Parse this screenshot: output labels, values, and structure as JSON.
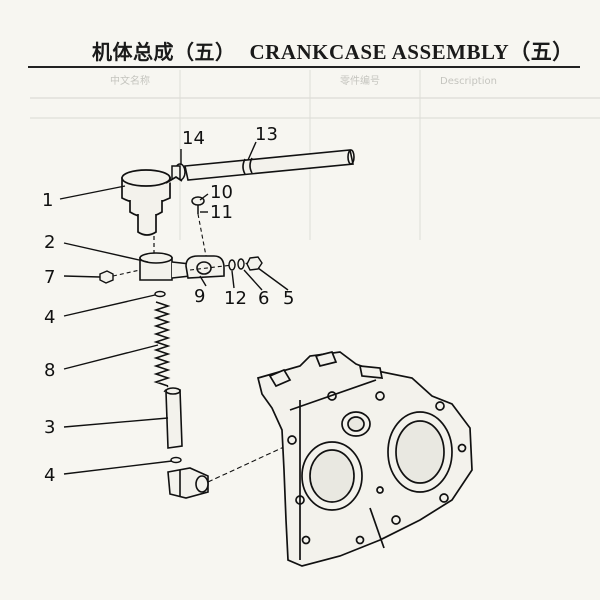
{
  "header": {
    "title_cn": "机体总成（五）",
    "title_en": "CRANKCASE ASSEMBLY（五）"
  },
  "callouts": [
    "1",
    "2",
    "7",
    "4",
    "8",
    "3",
    "4",
    "14",
    "13",
    "10",
    "11",
    "9",
    "12",
    "6",
    "5"
  ],
  "background_table": {
    "headers": [
      "中文名称",
      "零件编号",
      "Description"
    ]
  }
}
